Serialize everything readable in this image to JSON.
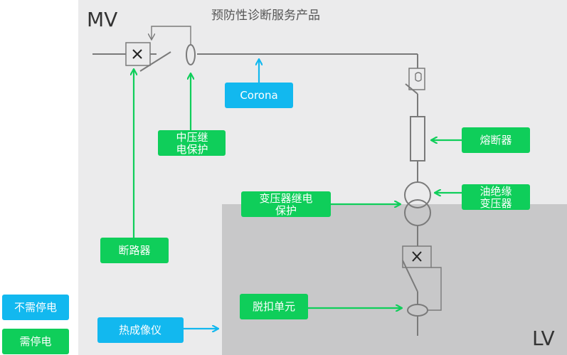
{
  "title": "预防性诊断服务产品",
  "zones": {
    "mv": "MV",
    "lv": "LV"
  },
  "colors": {
    "mv_bg": "#ebebec",
    "lv_bg": "#c8c8c9",
    "line": "#7a7a7a",
    "no_outage": "#12b8ef",
    "outage": "#0fce5a"
  },
  "labels": {
    "corona": "Corona",
    "mv_relay": [
      "中压继",
      "电保护"
    ],
    "breaker": "断路器",
    "fuse": "熔断器",
    "transformer_relay": [
      "变压器继电",
      "保护"
    ],
    "oil_transformer": [
      "油绝缘",
      "变压器"
    ],
    "trip_unit": "脱扣单元",
    "thermal_imager": "热成像仪"
  },
  "legend": [
    {
      "label": "不需停电",
      "color": "#12b8ef"
    },
    {
      "label": "需停电",
      "color": "#0fce5a"
    }
  ],
  "icons": [
    "circuit-breaker-x-icon",
    "current-transformer-icon",
    "disconnector-icon",
    "fuse-icon",
    "transformer-icon"
  ]
}
